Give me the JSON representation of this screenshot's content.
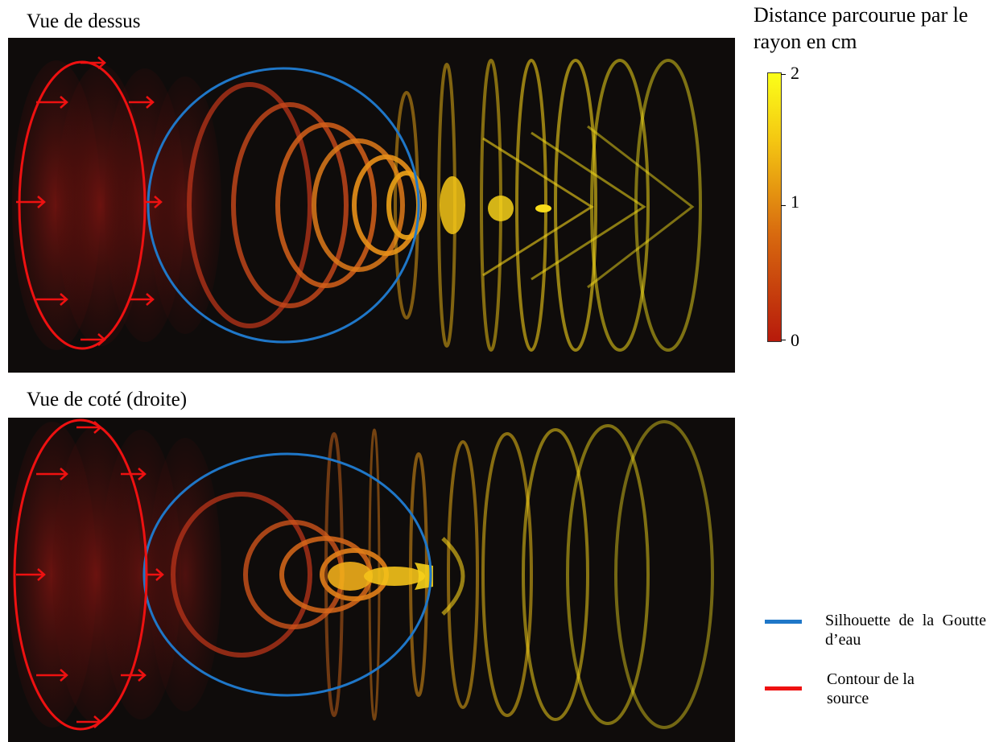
{
  "views": {
    "top_label": "Vue de dessus",
    "side_label": "Vue de coté (droite)"
  },
  "colorbar": {
    "title": "Distance parcourue par le rayon en cm",
    "ticks": [
      "2",
      "1",
      "0"
    ],
    "min_color": "#b71a0b",
    "max_color": "#fbff19"
  },
  "legend": {
    "items": [
      {
        "label": "Silhouette de la Goutte d’eau",
        "color": "#1f77c8"
      },
      {
        "label": "Contour de la source",
        "color": "#ee1111"
      }
    ]
  },
  "colors": {
    "background": "#0f0c0b",
    "drop_outline": "#1f77c8",
    "source_outline": "#ee1111"
  }
}
